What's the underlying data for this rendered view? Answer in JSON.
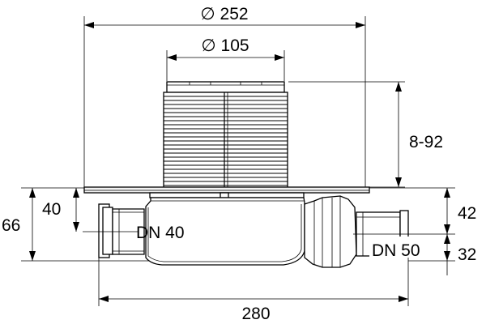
{
  "dimensions": {
    "flange_diameter": "∅ 252",
    "grate_diameter": "∅ 105",
    "height_adjust": "8-92",
    "left_outlet_height": "40",
    "left_total_height": "66",
    "left_outlet": "DN 40",
    "right_upper": "42",
    "right_lower": "32",
    "right_outlet": "DN 50",
    "overall_length": "280"
  }
}
